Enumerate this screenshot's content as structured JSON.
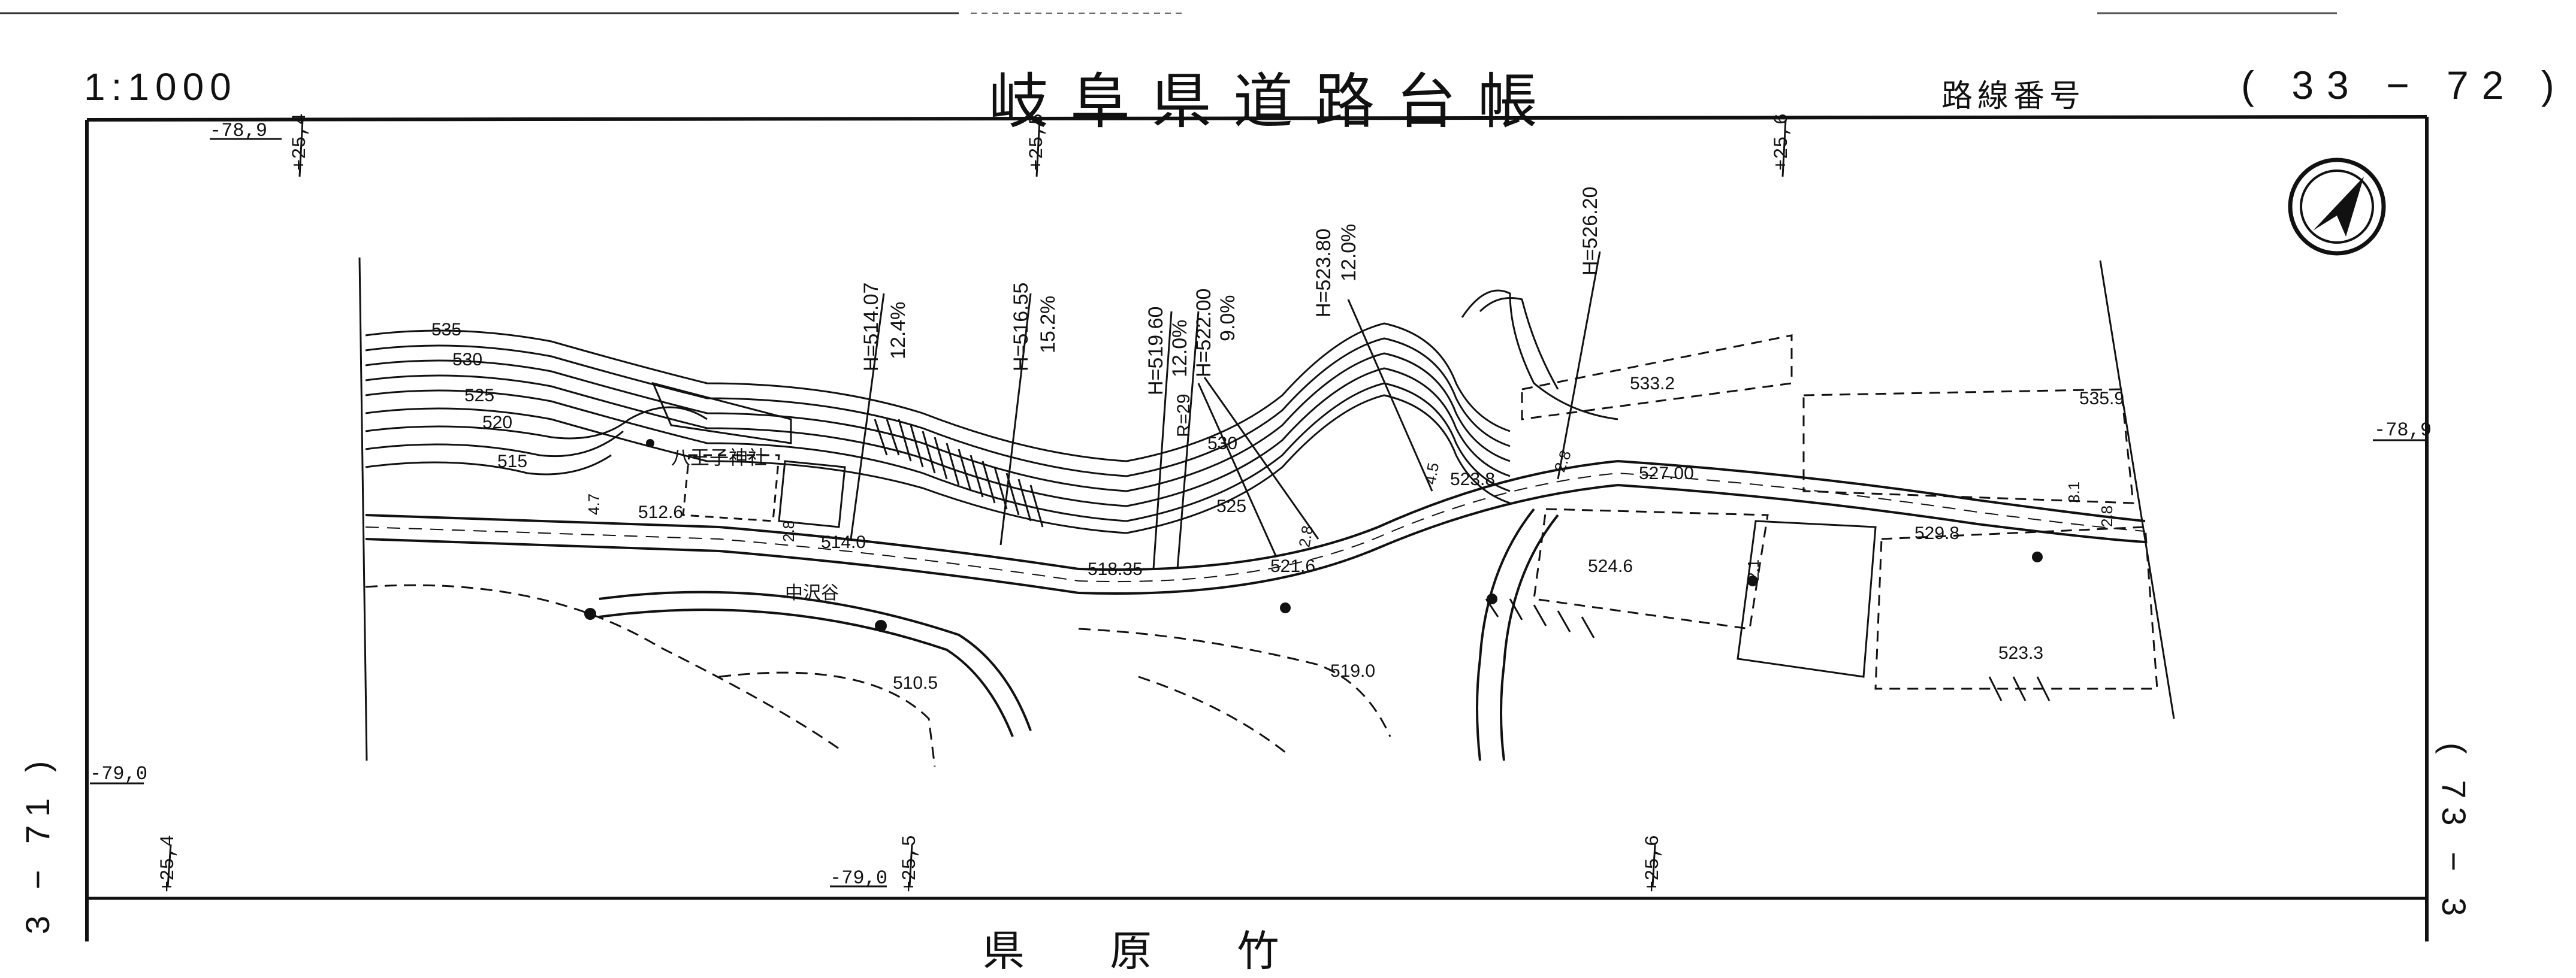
{
  "header": {
    "scale": "1:1000",
    "title": "岐阜県道路台帳",
    "route_label": "路線番号",
    "route_number": "( 33 − 72 )"
  },
  "adjacent_sheets": {
    "left": "3 − 71 )",
    "right": "( 73 − 3"
  },
  "grid_labels": {
    "top_left_x": "-78,9",
    "top_y1": "+25,4",
    "top_y2": "+25,5",
    "top_y3": "+25,6",
    "right_x": "-78,9",
    "left_x": "-79,0",
    "bottom_x": "-79,0",
    "bottom_y1": "+25,4",
    "bottom_y2": "+25,5",
    "bottom_y3": "+25,6"
  },
  "map_labels": {
    "shrine": "八王子神社",
    "place": "中沢谷",
    "h1": "H=514.07",
    "g1": "12.4%",
    "h2": "H=516.55",
    "g2": "15.2%",
    "h3": "H=519.60",
    "g3": "12.0%",
    "h4": "H=522.00",
    "g4": "9.0%",
    "h5": "H=523.80",
    "g5": "12.0%",
    "h6": "H=526.20",
    "r1": "R=29",
    "c535": "535",
    "c530": "530",
    "c525": "525",
    "c520": "520",
    "c515": "515",
    "c530b": "530",
    "c525b": "525",
    "e1": "512.6",
    "e2": "514.0",
    "e3": "518.35",
    "e4": "521.6",
    "e5": "523.8",
    "e6": "527.00",
    "e7": "529.8",
    "e8": "533.2",
    "e9": "535.9",
    "e10": "524.6",
    "e11": "510.5",
    "e12": "519.0",
    "e13": "523.3",
    "w1": "2.8",
    "w2": "2.8",
    "w3": "2.8",
    "w4": "4.5",
    "w5": "4.7",
    "w6": "2.1",
    "w7": "2.8",
    "w8": "3.1"
  },
  "bottom_partial": "県 原 竹"
}
